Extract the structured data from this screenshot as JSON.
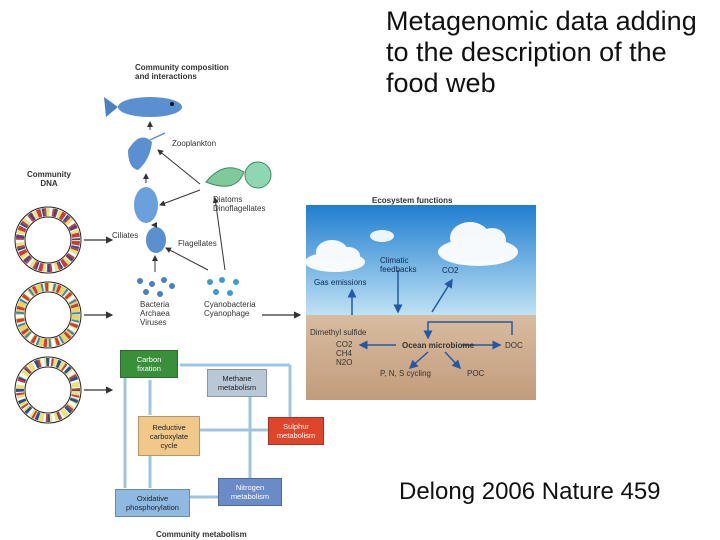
{
  "slide": {
    "title": "Metagenomic data adding to the description of the food web",
    "citation": "Delong 2006 Nature 459"
  },
  "figure": {
    "community_heading": "Community composition\nand interactions",
    "community_dna": "Community\nDNA",
    "organisms": {
      "zooplankton": "Zooplankton",
      "diatoms": "Diatoms\nDinoflagellates",
      "ciliates": "Ciliates",
      "flagellates": "Flagellates",
      "microbes": "Bacteria\nArchaea\nViruses",
      "cyano": "Cyanobacteria\nCyanophage"
    },
    "ecosystem": {
      "heading": "Ecosystem functions",
      "climatic": "Climatic\nfeedbacks",
      "co2_top": "CO2",
      "gas": "Gas emissions",
      "dms": "Dimethyl sulfide",
      "gases": "CO2\nCH4\nN2O",
      "microbiome": "Ocean microbiome",
      "doc": "DOC",
      "cycling": "P, N, S cycling",
      "poc": "POC"
    },
    "metabolism": {
      "carbon": "Carbon\nfixation",
      "methane": "Methane\nmetabolism",
      "reductive": "Reductive\ncarboxylate\ncycle",
      "sulphur": "Sulphur\nmetabolism",
      "nitrogen": "Nitrogen\nmetabolism",
      "oxidative": "Oxidative\nphosphorylation",
      "footer": "Community metabolism"
    },
    "colors": {
      "carbon": "#3a8f3a",
      "methane": "#b9c7d6",
      "reductive": "#f0c98a",
      "sulphur": "#e0452b",
      "nitrogen": "#6a8bc7",
      "oxidative": "#8fb9e0",
      "sky": "#3b9be0",
      "sediment": "#c8a98a"
    }
  }
}
